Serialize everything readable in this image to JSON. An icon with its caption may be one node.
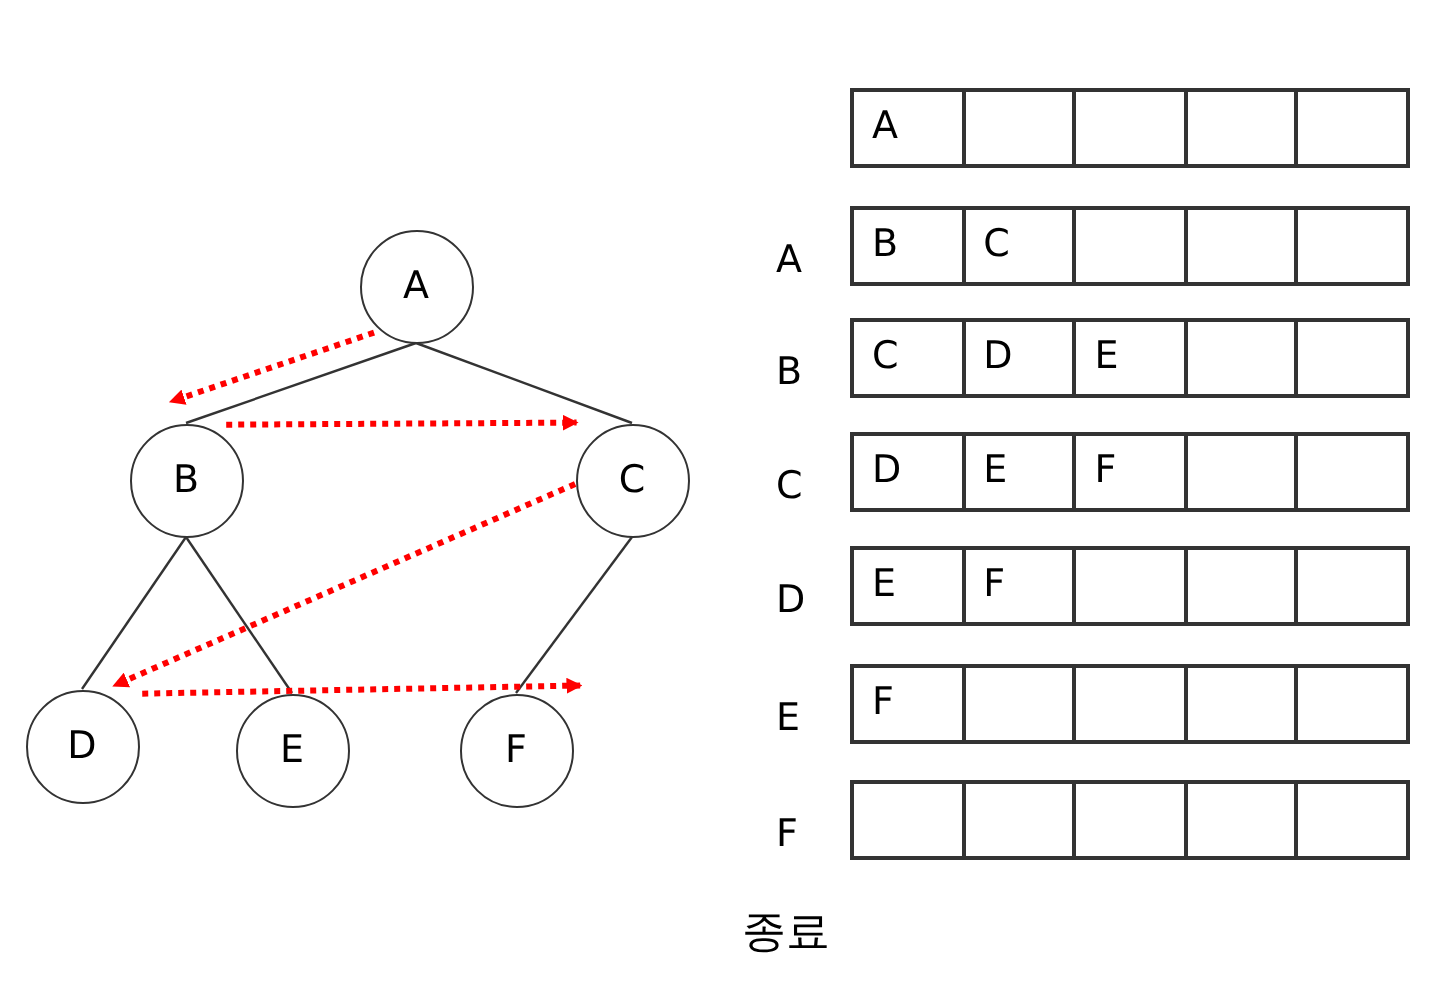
{
  "diagram": {
    "nodes": [
      {
        "text": [
          "A"
        ]
      },
      {
        "text": [
          "B"
        ]
      },
      {
        "text": [
          "C"
        ]
      },
      {
        "text": [
          "D"
        ]
      },
      {
        "text": [
          "E"
        ]
      },
      {
        "text": [
          "F"
        ]
      }
    ],
    "edges": [
      {
        "from": 0,
        "to": 1,
        "arrow": "none"
      },
      {
        "from": 0,
        "to": 2,
        "arrow": "none"
      },
      {
        "from": 1,
        "to": 3,
        "arrow": "none"
      },
      {
        "from": 1,
        "to": 4,
        "arrow": "none"
      },
      {
        "from": 2,
        "to": 5,
        "arrow": "none"
      },
      {
        "from": 0,
        "to": 1,
        "arrow": "to",
        "style": "dashed",
        "color": "#ff0000"
      },
      {
        "from": 1,
        "to": 2,
        "arrow": "to",
        "style": "dashed",
        "color": "#ff0000"
      },
      {
        "from": 2,
        "to": 3,
        "arrow": "to",
        "style": "dashed",
        "color": "#ff0000"
      },
      {
        "from": 3,
        "to": 5,
        "arrow": "to",
        "style": "dashed",
        "color": "#ff0000"
      }
    ],
    "labels": [
      "A",
      "A",
      "B",
      "C",
      "B",
      "C",
      "D",
      "E",
      "C",
      "D",
      "E",
      "F",
      "D",
      "E",
      "F",
      "E",
      "F",
      "F",
      "종료"
    ]
  }
}
